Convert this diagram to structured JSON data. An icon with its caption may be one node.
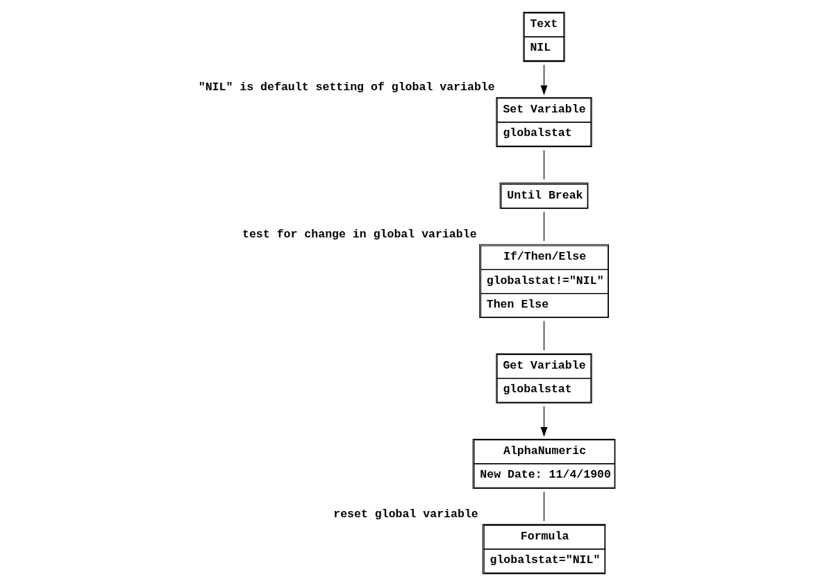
{
  "diagram": {
    "nodes": [
      {
        "text": [
          "Text",
          "NIL"
        ]
      },
      {
        "text": [
          "Set Variable",
          "globalstat"
        ],
        "beside": [
          "\"NIL\" is default setting of global variable"
        ]
      },
      {
        "text": [
          "Until Break"
        ]
      },
      {
        "text": [
          "If/Then/Else",
          "globalstat!=\"NIL\"",
          "Then Else"
        ],
        "beside": [
          "test for change in global variable"
        ]
      },
      {
        "text": [
          "Get Variable",
          "globalstat"
        ]
      },
      {
        "text": [
          "AlphaNumeric",
          "New Date: 11/4/1900"
        ]
      },
      {
        "text": [
          "Formula",
          "globalstat=\"NIL\""
        ],
        "beside": [
          "reset global variable"
        ]
      }
    ],
    "edges": [
      {
        "from": 0,
        "to": 1,
        "arrow": "to"
      },
      {
        "from": 1,
        "to": 2,
        "arrow": "none"
      },
      {
        "from": 2,
        "to": 3,
        "arrow": "none"
      },
      {
        "from": 3,
        "to": 4,
        "arrow": "none"
      },
      {
        "from": 4,
        "to": 5,
        "arrow": "to"
      },
      {
        "from": 5,
        "to": 6,
        "arrow": "none"
      }
    ]
  }
}
